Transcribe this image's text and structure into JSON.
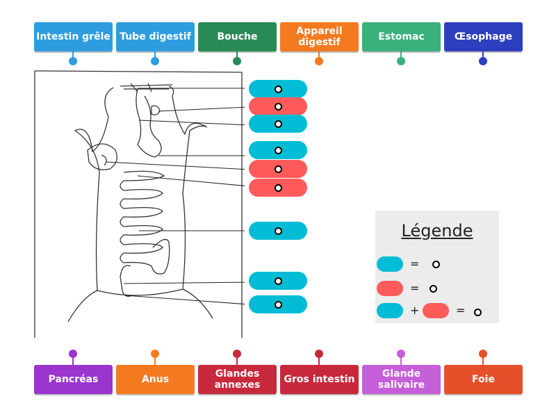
{
  "colors": {
    "blue_slot": "#00bcd4",
    "red_slot": "#ff5b5b"
  },
  "top_labels": [
    {
      "text": "Intestin grêle",
      "color": "#2d9de0"
    },
    {
      "text": "Tube digestif",
      "color": "#2d9de0"
    },
    {
      "text": "Bouche",
      "color": "#2a8a55"
    },
    {
      "text": "Appareil digestif",
      "color": "#f47a20"
    },
    {
      "text": "Estomac",
      "color": "#3ab07c"
    },
    {
      "text": "Œsophage",
      "color": "#2d3fbf"
    }
  ],
  "bottom_labels": [
    {
      "text": "Pancréas",
      "color": "#9b35cf"
    },
    {
      "text": "Anus",
      "color": "#f47a20"
    },
    {
      "text": "Glandes annexes",
      "color": "#c8283c"
    },
    {
      "text": "Gros intestin",
      "color": "#c8283c"
    },
    {
      "text": "Glande salivaire",
      "color": "#c45ed9"
    },
    {
      "text": "Foie",
      "color": "#e5502a"
    }
  ],
  "answer_slots": [
    "blue",
    "red",
    "blue",
    "blue",
    "red",
    "red",
    "blue",
    "blue",
    "blue"
  ],
  "legend": {
    "title": "Légende",
    "equals": "=",
    "plus": "+"
  }
}
